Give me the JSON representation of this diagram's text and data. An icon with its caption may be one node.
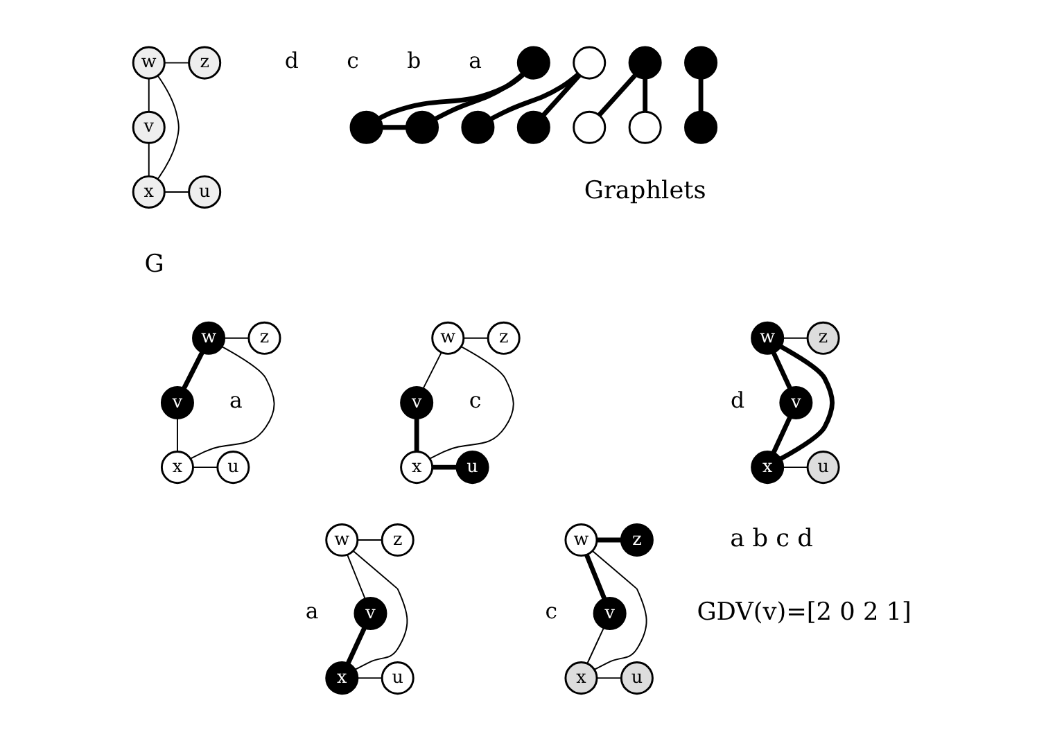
{
  "diagram": {
    "nodes": [
      {
        "text": [
          "w"
        ]
      },
      {
        "text": [
          "z"
        ]
      },
      {
        "text": [
          "v"
        ]
      },
      {
        "text": [
          "x"
        ]
      },
      {
        "text": [
          "u"
        ]
      },
      {
        "text": [],
        "shape": "circle"
      },
      {
        "text": [],
        "shape": "circle"
      },
      {
        "text": [],
        "shape": "circle"
      },
      {
        "text": [],
        "shape": "circle"
      },
      {
        "text": [],
        "shape": "circle"
      },
      {
        "text": [],
        "shape": "circle"
      },
      {
        "text": [],
        "shape": "circle"
      },
      {
        "text": [],
        "shape": "circle"
      },
      {
        "text": [],
        "shape": "circle"
      },
      {
        "text": [],
        "shape": "circle"
      },
      {
        "text": [],
        "shape": "circle"
      },
      {
        "text": [
          "w"
        ]
      },
      {
        "text": [
          "z"
        ]
      },
      {
        "text": [
          "v"
        ]
      },
      {
        "text": [
          "x"
        ]
      },
      {
        "text": [
          "u"
        ]
      },
      {
        "text": [
          "w"
        ]
      },
      {
        "text": [
          "z"
        ]
      },
      {
        "text": [
          "v"
        ]
      },
      {
        "text": [
          "x"
        ]
      },
      {
        "text": [
          "u"
        ]
      },
      {
        "text": [
          "w"
        ]
      },
      {
        "text": [
          "z"
        ]
      },
      {
        "text": [
          "v"
        ]
      },
      {
        "text": [
          "x"
        ]
      },
      {
        "text": [
          "u"
        ]
      },
      {
        "text": [
          "w"
        ]
      },
      {
        "text": [
          "z"
        ]
      },
      {
        "text": [
          "v"
        ]
      },
      {
        "text": [
          "x"
        ]
      },
      {
        "text": [
          "u"
        ]
      },
      {
        "text": [
          "w"
        ]
      },
      {
        "text": [
          "z"
        ]
      },
      {
        "text": [
          "v"
        ]
      },
      {
        "text": [
          "x"
        ]
      },
      {
        "text": [
          "u"
        ]
      }
    ],
    "edges": [
      {
        "from": 0,
        "to": 1,
        "arrow": "none"
      },
      {
        "from": 0,
        "to": 2,
        "arrow": "none"
      },
      {
        "from": 0,
        "to": 3,
        "arrow": "none"
      },
      {
        "from": 2,
        "to": 3,
        "arrow": "none"
      },
      {
        "from": 3,
        "to": 4,
        "arrow": "none"
      },
      {
        "from": 5,
        "to": 6,
        "arrow": "none",
        "style": "thick"
      },
      {
        "from": 7,
        "to": 8,
        "arrow": "none",
        "style": "thick"
      },
      {
        "from": 7,
        "to": 9,
        "arrow": "none",
        "style": "thick"
      },
      {
        "from": 10,
        "to": 11,
        "arrow": "none",
        "style": "thick"
      },
      {
        "from": 10,
        "to": 12,
        "arrow": "none",
        "style": "thick"
      },
      {
        "from": 13,
        "to": 14,
        "arrow": "none",
        "style": "thick"
      },
      {
        "from": 13,
        "to": 15,
        "arrow": "none",
        "style": "thick"
      },
      {
        "from": 14,
        "to": 15,
        "arrow": "none",
        "style": "thick"
      },
      {
        "from": 16,
        "to": 17,
        "arrow": "none"
      },
      {
        "from": 16,
        "to": 18,
        "arrow": "none",
        "style": "thick"
      },
      {
        "from": 16,
        "to": 19,
        "arrow": "none"
      },
      {
        "from": 18,
        "to": 19,
        "arrow": "none"
      },
      {
        "from": 19,
        "to": 20,
        "arrow": "none"
      },
      {
        "from": 21,
        "to": 22,
        "arrow": "none"
      },
      {
        "from": 21,
        "to": 23,
        "arrow": "none"
      },
      {
        "from": 21,
        "to": 24,
        "arrow": "none"
      },
      {
        "from": 23,
        "to": 24,
        "arrow": "none",
        "style": "thick"
      },
      {
        "from": 24,
        "to": 25,
        "arrow": "none",
        "style": "thick"
      },
      {
        "from": 26,
        "to": 27,
        "arrow": "none"
      },
      {
        "from": 26,
        "to": 28,
        "arrow": "none",
        "style": "thick"
      },
      {
        "from": 26,
        "to": 29,
        "arrow": "none",
        "style": "thick"
      },
      {
        "from": 28,
        "to": 29,
        "arrow": "none",
        "style": "thick"
      },
      {
        "from": 29,
        "to": 30,
        "arrow": "none"
      },
      {
        "from": 31,
        "to": 32,
        "arrow": "none"
      },
      {
        "from": 31,
        "to": 33,
        "arrow": "none"
      },
      {
        "from": 31,
        "to": 34,
        "arrow": "none"
      },
      {
        "from": 33,
        "to": 34,
        "arrow": "none",
        "style": "thick"
      },
      {
        "from": 34,
        "to": 35,
        "arrow": "none"
      },
      {
        "from": 36,
        "to": 37,
        "arrow": "none",
        "style": "thick"
      },
      {
        "from": 36,
        "to": 38,
        "arrow": "none",
        "style": "thick"
      },
      {
        "from": 36,
        "to": 39,
        "arrow": "none"
      },
      {
        "from": 38,
        "to": 39,
        "arrow": "none"
      },
      {
        "from": 39,
        "to": 40,
        "arrow": "none"
      }
    ],
    "labels": [
      "G",
      "a",
      "b",
      "c",
      "d",
      "Graphlets",
      "a",
      "c",
      "d",
      "a",
      "c",
      "a b c d",
      "GDV(v)=[2 0 2 1]"
    ]
  }
}
